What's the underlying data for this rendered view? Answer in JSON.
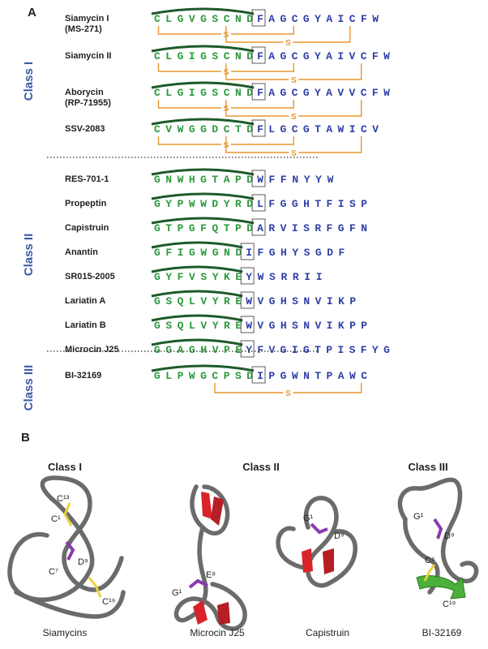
{
  "panel_a": {
    "label": "A"
  },
  "panel_b": {
    "label": "B"
  },
  "colors": {
    "ring": "#2a9a3a",
    "tail": "#2e3fa6",
    "bridge": "#e8962e",
    "arc": "#1e5a2a"
  },
  "classes": [
    {
      "label": "Class I"
    },
    {
      "label": "Class II"
    },
    {
      "label": "Class III"
    }
  ],
  "peptides": [
    {
      "name": "Siamycin I",
      "name2": "(MS-271)",
      "ring": "CLGVGSCND",
      "tail": "FAGCGYAICFW",
      "s": "S"
    },
    {
      "name": "Siamycin II",
      "ring": "CLGIGSCND",
      "tail": "FAGCGYAIVCFW",
      "s": "S"
    },
    {
      "name": "Aborycin",
      "name2": "(RP-71955)",
      "ring": "CLGIGSCND",
      "tail": "FAGCGYAVVCFW",
      "s": "S"
    },
    {
      "name": "SSV-2083",
      "ring": "CVWGGDCTD",
      "tail": "FLGCGTAWICV",
      "s": "S"
    },
    {
      "name": "RES-701-1",
      "ring": "GNWHGTAPD",
      "tail": "WFFNYYW"
    },
    {
      "name": "Propeptin",
      "ring": "GYPWWDYRD",
      "tail": "LFGGHTFISP"
    },
    {
      "name": "Capistruin",
      "ring": "GTPGFQTPD",
      "tail": "ARVISRFGFN"
    },
    {
      "name": "Anantin",
      "ring": "GFIGWGND",
      "tail": "IFGHYSGDF"
    },
    {
      "name": "SR015-2005",
      "ring": "GYFVSYKE",
      "tail": "YWSRRII"
    },
    {
      "name": "Lariatin A",
      "ring": "GSQLVYRE",
      "tail": "WVGHSNVIKP"
    },
    {
      "name": "Lariatin B",
      "ring": "GSQLVYRE",
      "tail": "WVGHSNVIKPP"
    },
    {
      "name": "Microcin J25",
      "ring": "GGAGHVPE",
      "tail": "YFVGIGTPISFYG"
    },
    {
      "name": "BI-32169",
      "ring": "GLPWGCPSD",
      "tail": "IPGWNTPAWC",
      "s": "S"
    }
  ],
  "structures": [
    {
      "title": "Class I",
      "caption": "Siamycins",
      "labels": [
        "C¹³",
        "C¹",
        "D⁹",
        "C⁷",
        "C¹⁹"
      ]
    },
    {
      "title": "Class II",
      "caption": "Microcin J25",
      "labels": [
        "G¹",
        "E⁸"
      ]
    },
    {
      "caption": "Capistruin",
      "labels": [
        "G¹",
        "D⁹"
      ]
    },
    {
      "title": "Class III",
      "caption": "BI-32169",
      "labels": [
        "G¹",
        "D⁹",
        "C⁶",
        "C¹⁹"
      ]
    }
  ]
}
